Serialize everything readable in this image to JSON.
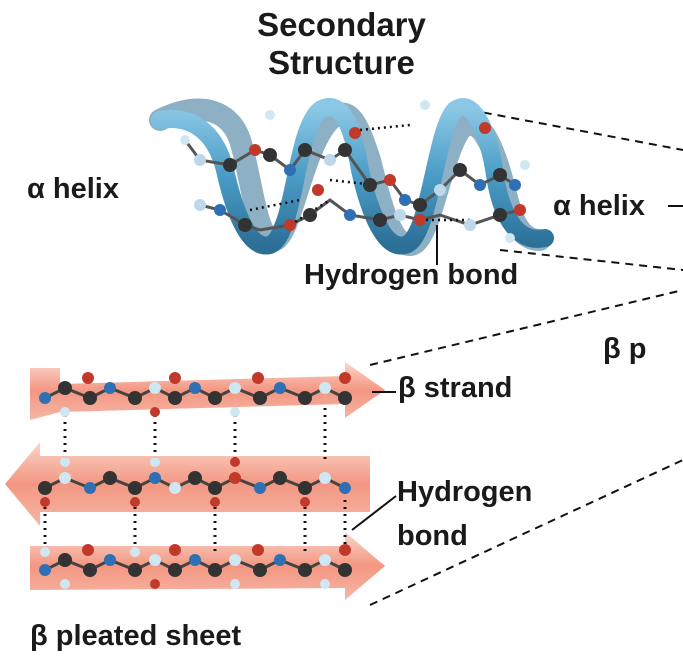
{
  "title": {
    "line1": "Secondary",
    "line2": "Structure"
  },
  "labels": {
    "alpha_helix_left": "α helix",
    "alpha_helix_right": "α helix",
    "hydrogen_bond_top": "Hydrogen bond",
    "beta_pleated_partial": "β p",
    "beta_strand": "β strand",
    "hydrogen_bond_line1": "Hydrogen",
    "hydrogen_bond_line2": "bond",
    "beta_pleated_sheet": "β pleated sheet"
  },
  "colors": {
    "helix_ribbon": "#4a9cc6",
    "strand_ribbon": "#f2917b",
    "carbon_atom": "#333333",
    "oxygen_atom": "#c0392b",
    "nitrogen_atom": "#2f6fb3",
    "hydrogen_atom": "#cfe7f2",
    "r_group": "#bcd8ea"
  }
}
